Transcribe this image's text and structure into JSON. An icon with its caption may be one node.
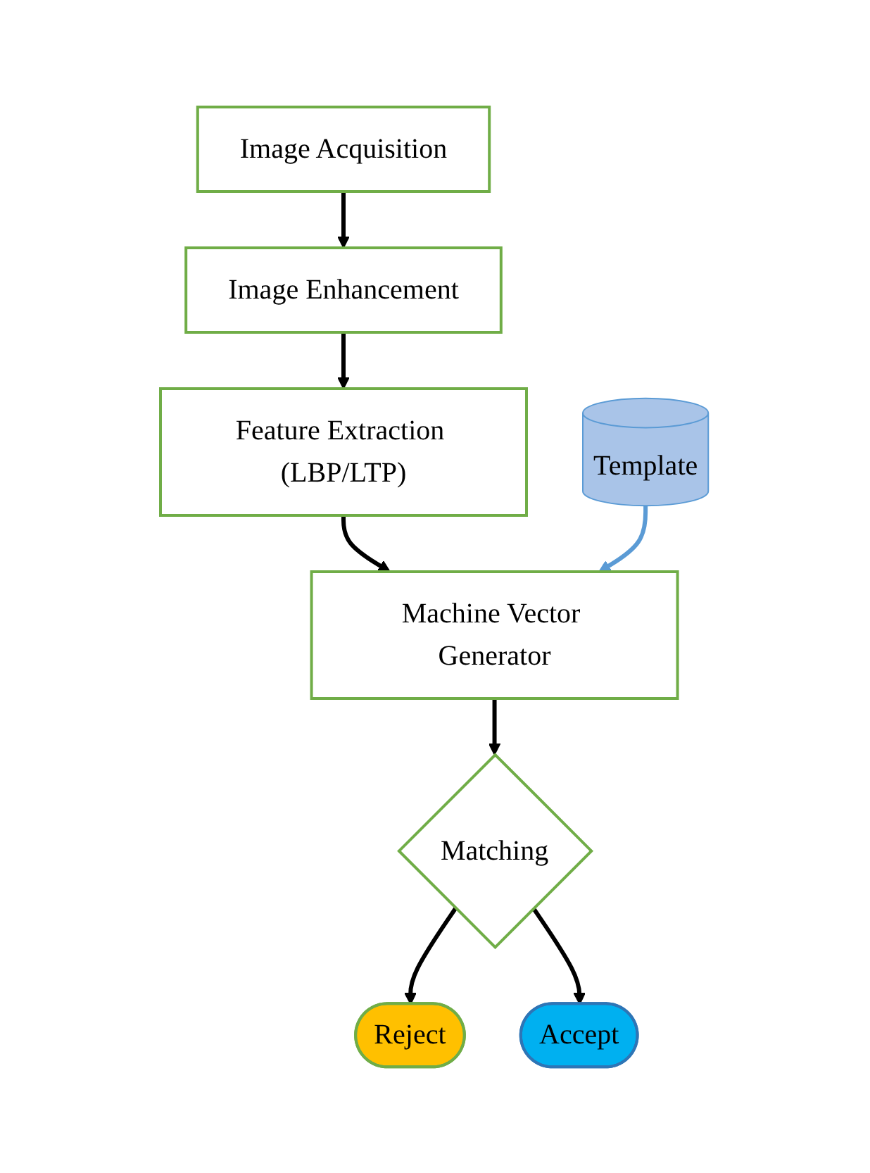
{
  "diagram": {
    "nodes": [
      {
        "text": [
          "Image Acquisition"
        ]
      },
      {
        "text": [
          "Image Enhancement"
        ]
      },
      {
        "text": [
          "Feature Extraction (LBP/LTP)"
        ]
      },
      {
        "text": [
          "Template"
        ]
      },
      {
        "text": [
          "Machine Vector Generator"
        ]
      },
      {
        "text": [
          "Matching"
        ]
      },
      {
        "text": [
          "Reject"
        ]
      },
      {
        "text": [
          "Accept"
        ]
      }
    ],
    "edges": [
      {
        "from": 0,
        "to": 1,
        "arrow": "to"
      },
      {
        "from": 1,
        "to": 2,
        "arrow": "to"
      },
      {
        "from": 2,
        "to": 4,
        "arrow": "to"
      },
      {
        "from": 3,
        "to": 4,
        "arrow": "to",
        "color": "#5b9bd5"
      },
      {
        "from": 4,
        "to": 5,
        "arrow": "to"
      },
      {
        "from": 5,
        "to": 6,
        "arrow": "to"
      },
      {
        "from": 5,
        "to": 7,
        "arrow": "to"
      }
    ]
  }
}
